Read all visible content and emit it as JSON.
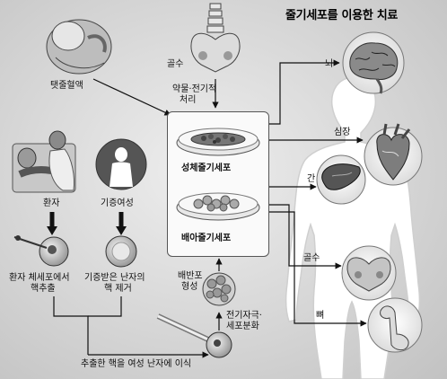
{
  "title": "줄기세포를 이용한 치료",
  "sources": {
    "cord_blood": "탯줄혈액",
    "bone_marrow": "골수",
    "drug_process_1": "약물·전기적",
    "drug_process_2": "처리"
  },
  "cells": {
    "adult_stem": "성체줄기세포",
    "embryonic_stem": "배아줄기세포"
  },
  "cloning": {
    "patient": "환자",
    "donor": "기증여성",
    "nucleus_extract_1": "환자 체세포에서",
    "nucleus_extract_2": "핵추출",
    "egg_enucleate_1": "기증받은 난자의",
    "egg_enucleate_2": "핵 제거",
    "blastocyst_1": "배반포",
    "blastocyst_2": "형성",
    "stimulus_1": "전기자극·",
    "stimulus_2": "세포분화",
    "transfer": "추출한 핵을 여성 난자에 이식"
  },
  "targets": {
    "brain": "뇌",
    "heart": "심장",
    "liver": "간",
    "bone_marrow": "골수",
    "bone": "뼈"
  }
}
